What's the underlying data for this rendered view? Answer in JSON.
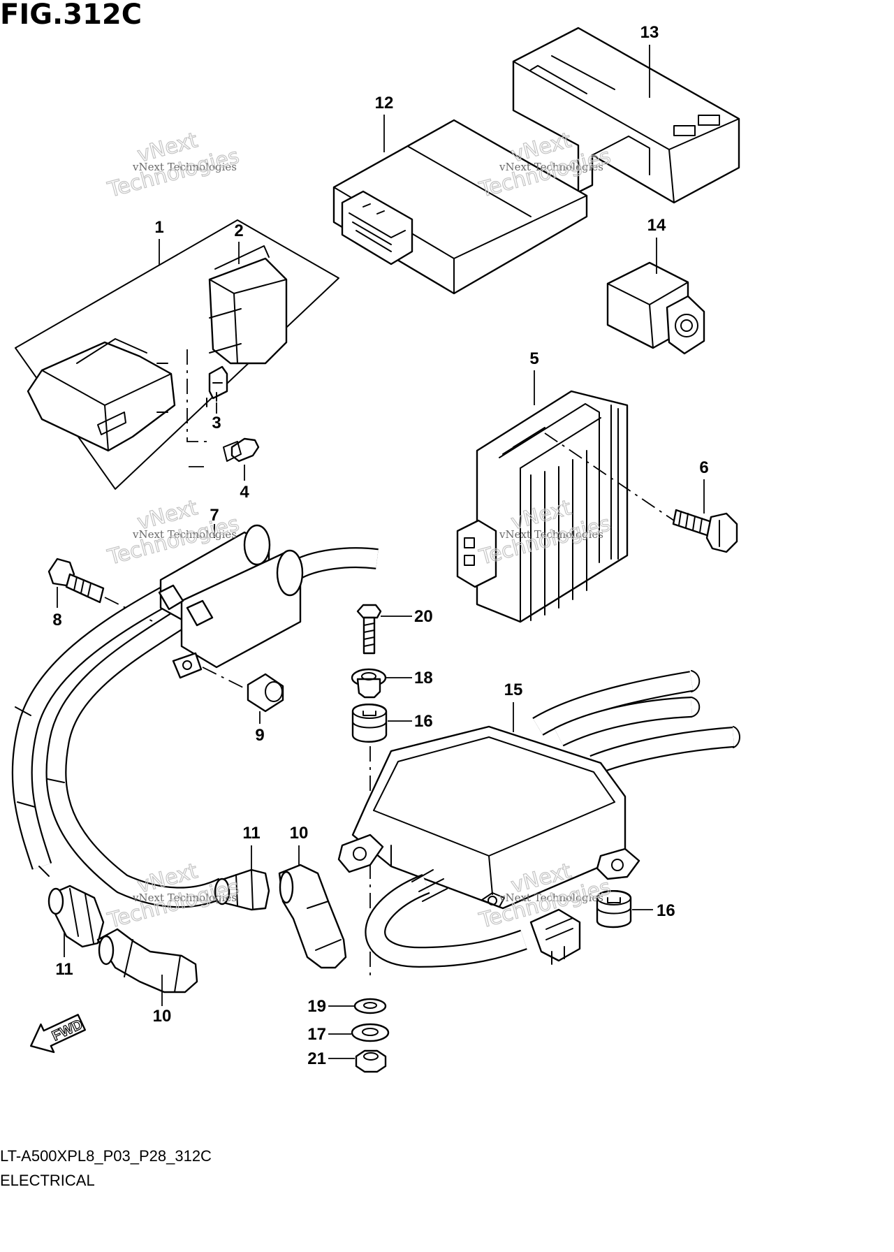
{
  "figure": {
    "title": "FIG.312C",
    "code": "LT-A500XPL8_P03_P28_312C",
    "section": "ELECTRICAL"
  },
  "watermark": {
    "line1": "vNext Technologies",
    "line2": "Technologies",
    "line3": "vNext"
  },
  "direction_marker": "FWD",
  "callouts": {
    "c1": "1",
    "c2": "2",
    "c3": "3",
    "c4": "4",
    "c5": "5",
    "c6": "6",
    "c7": "7",
    "c8": "8",
    "c9": "9",
    "c10a": "10",
    "c10b": "10",
    "c11a": "11",
    "c11b": "11",
    "c12": "12",
    "c13": "13",
    "c14": "14",
    "c15": "15",
    "c16a": "16",
    "c16b": "16",
    "c17": "17",
    "c18": "18",
    "c19": "19",
    "c20": "20",
    "c21": "21"
  }
}
